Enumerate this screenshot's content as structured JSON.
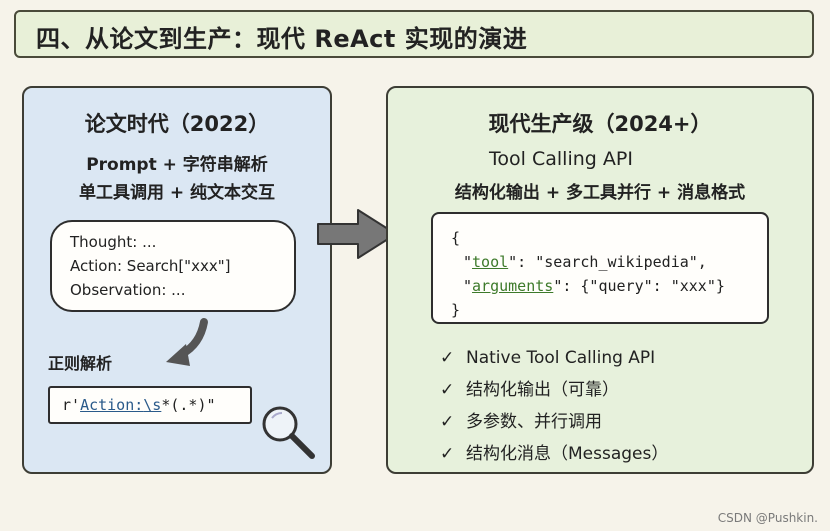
{
  "title": "四、从论文到生产：现代 ReAct 实现的演进",
  "left": {
    "heading": "论文时代（2022）",
    "sub1": "Prompt + 字符串解析",
    "sub2": "单工具调用 + 纯文本交互",
    "thought": [
      "Thought: ...",
      "Action: Search[\"xxx\"]",
      "Observation: ..."
    ],
    "regex_label": "正则解析",
    "regex": {
      "prefix": "r'",
      "kw": "Action:",
      "esc": "\\s",
      "rest": "*(.*)\""
    }
  },
  "right": {
    "heading": "现代生产级（2024+）",
    "sub1": "Tool Calling API",
    "sub2": "结构化输出 + 多工具并行 + 消息格式",
    "json": {
      "open": "{",
      "l1_q1": "\"",
      "l1_key": "tool",
      "l1_rest": "\": \"search_wikipedia\",",
      "l2_q1": "\"",
      "l2_key": "arguments",
      "l2_rest": "\": {\"query\": \"xxx\"}",
      "close": "}"
    },
    "checks": [
      "Native Tool Calling API",
      "结构化输出（可靠）",
      "多参数、并行调用",
      "结构化消息（Messages）"
    ]
  },
  "watermark": "CSDN @Pushkin."
}
